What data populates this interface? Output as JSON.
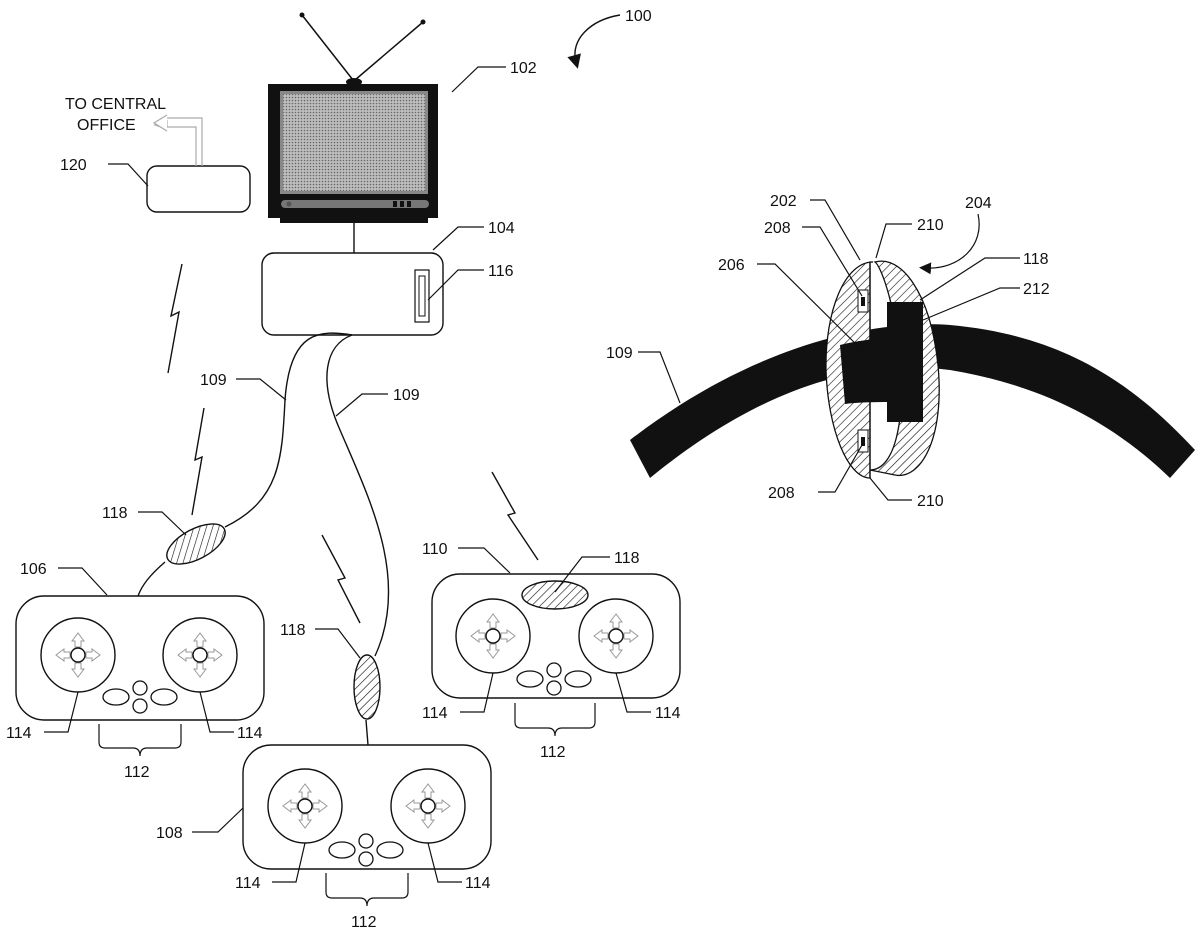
{
  "figure": {
    "ref": "100",
    "central_office_text_line1": "TO CENTRAL",
    "central_office_text_line2": "OFFICE"
  },
  "components": {
    "television": {
      "ref": "102",
      "icon": "tv-icon"
    },
    "set_top_box": {
      "ref": "104"
    },
    "card_slot": {
      "ref": "116"
    },
    "gateway": {
      "ref": "120"
    },
    "cable_left": {
      "ref": "109"
    },
    "cable_right": {
      "ref": "109"
    },
    "controller_106": {
      "ref": "106",
      "joystick_left": "114",
      "joystick_right": "114",
      "buttons": "112",
      "tag": "118"
    },
    "controller_108": {
      "ref": "108",
      "joystick_left": "114",
      "joystick_right": "114",
      "buttons": "112",
      "tag": "118"
    },
    "controller_110": {
      "ref": "110",
      "joystick_left": "114",
      "joystick_right": "114",
      "buttons": "112",
      "tag": "118"
    }
  },
  "detail": {
    "cable": "109",
    "tag": "118",
    "half_a": "202",
    "assembly": "204",
    "bore": "206",
    "latch_top": "208",
    "latch_bottom": "208",
    "hinge_top": "210",
    "hinge_bottom": "210",
    "chip": "212"
  }
}
